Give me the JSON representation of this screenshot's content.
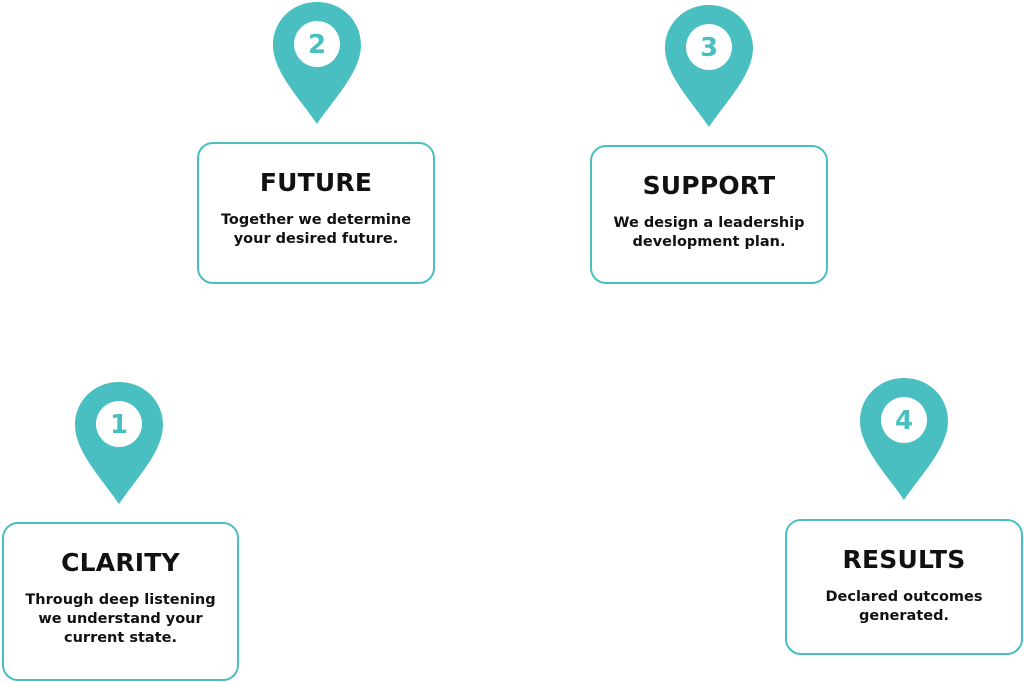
{
  "theme": {
    "accent": "#4abfc1",
    "text": "#111111",
    "background": "#ffffff"
  },
  "steps": [
    {
      "number": "1",
      "title": "CLARITY",
      "description": "Through deep listening\nwe understand your\ncurrent state.",
      "icon": "map-pin-icon"
    },
    {
      "number": "2",
      "title": "FUTURE",
      "description": "Together we determine\nyour desired future.",
      "icon": "map-pin-icon"
    },
    {
      "number": "3",
      "title": "SUPPORT",
      "description": "We design a leadership\ndevelopment plan.",
      "icon": "map-pin-icon"
    },
    {
      "number": "4",
      "title": "RESULTS",
      "description": "Declared outcomes\ngenerated.",
      "icon": "map-pin-icon"
    }
  ]
}
